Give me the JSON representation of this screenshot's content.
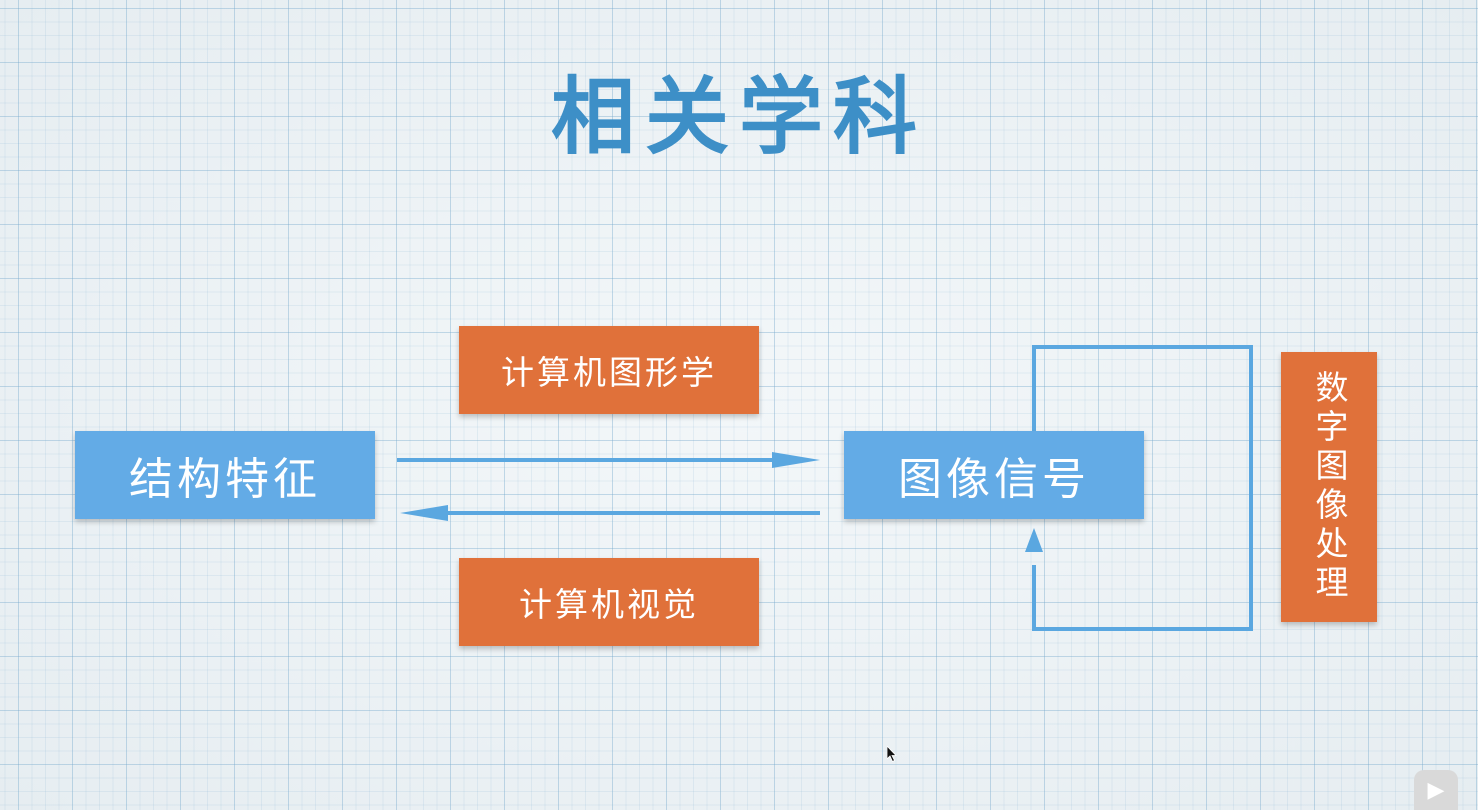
{
  "title": "相关学科",
  "nodes": {
    "structure": "结构特征",
    "image_signal": "图像信号",
    "graphics": "计算机图形学",
    "vision": "计算机视觉",
    "image_processing": "数字图像处理"
  },
  "colors": {
    "title": "#3d8fc7",
    "blue_box": "#63abe6",
    "orange_box": "#e0713a",
    "arrow": "#5aa7e0"
  },
  "icons": {
    "player": "play-icon",
    "cursor": "mouse-cursor-icon"
  }
}
